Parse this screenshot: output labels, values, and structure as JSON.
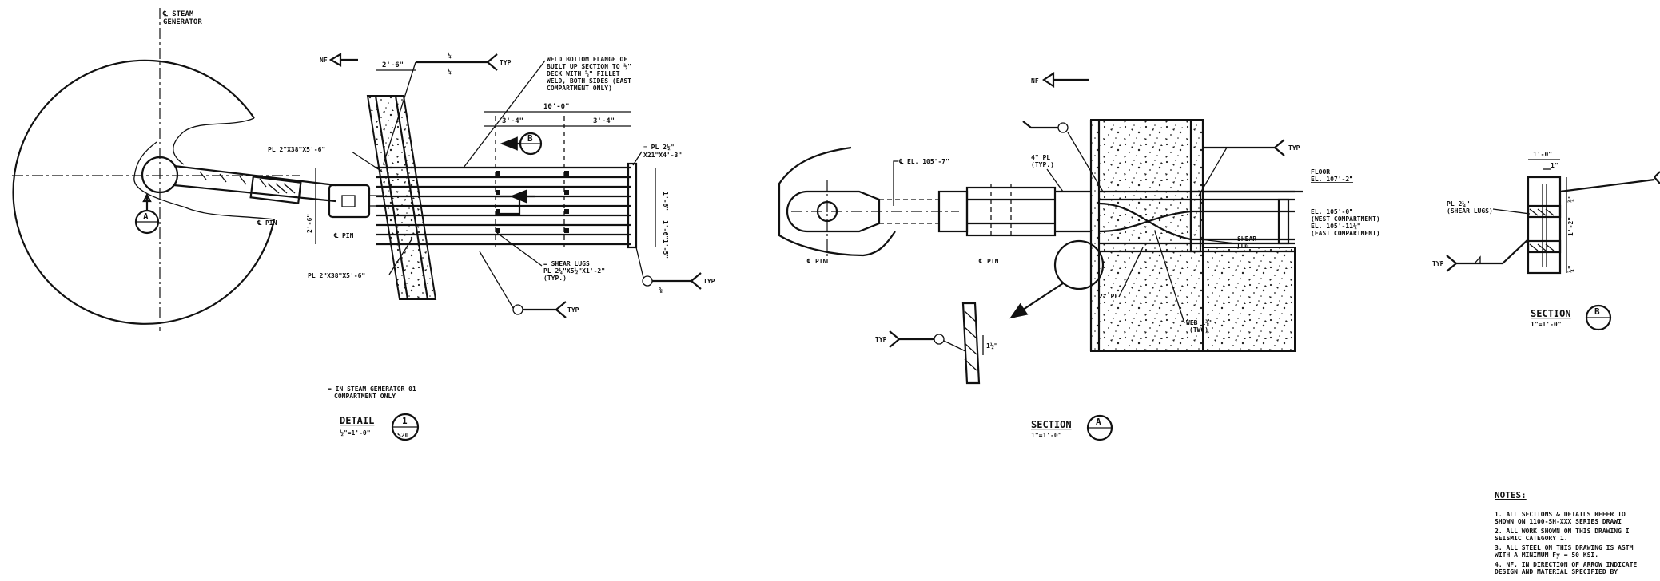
{
  "detail1": {
    "sg_label_1": "℄ STEAM",
    "sg_label_2": "GENERATOR",
    "nf": "NF",
    "dim_top": "2'-6\"",
    "weld_frac_top": "¼",
    "weld_frac_bot": "¼",
    "typ": "TYP",
    "weld_note": [
      "WELD BOTTOM FLANGE OF",
      "BUILT UP SECTION TO ½\"",
      "DECK WITH ⅝\" FILLET",
      "WELD, BOTH SIDES (EAST",
      "COMPARTMENT ONLY)"
    ],
    "dim_10": "10'-0\"",
    "dim_3_4a": "3'-4\"",
    "dim_3_4b": "3'-4\"",
    "section_b_letter": "B",
    "pl_top": "PL 2\"X38\"X5'-6\"",
    "pl_bot": "PL 2\"X38\"X5'-6\"",
    "pin_1": "℄ PIN",
    "pin_2": "℄ PIN",
    "section_a_letter": "A",
    "pl_right_1": "= PL 2½\"",
    "pl_right_2": "X21\"X4'-3\"",
    "dim_1_6": "1'-6\"",
    "dim_1_6b": "1'-6\"",
    "dim_1_5": "1'-5\"",
    "dim_2_6": "2'-6\"",
    "lug_note": [
      "= SHEAR LUGS",
      "PL 2¼\"X5½\"X1'-2\"",
      "(TYP.)"
    ],
    "weld_38": "⅜",
    "typ2": "TYP",
    "typ3": "TYP",
    "footnote_1": "= IN STEAM GENERATOR 01",
    "footnote_2": "COMPARTMENT ONLY",
    "title": "DETAIL",
    "scale": "½\"=1'-0\"",
    "bubble_num": "1",
    "bubble_sheet": "S20"
  },
  "sectionA": {
    "nf": "NF",
    "el_pin": "℄ EL. 105'-7\"",
    "pl4_1": "4\" PL",
    "pl4_2": "(TYP.)",
    "typ": "TYP",
    "floor_1": "FLOOR",
    "floor_2": "EL. 107'-2\"",
    "el_1": "EL. 105'-0\"",
    "el_2": "(WEST COMPARTMENT)",
    "el_3": "EL. 105'-11½\"",
    "el_4": "(EAST COMPARTMENT)",
    "shear_1": "SHEAR",
    "shear_2": "LUG",
    "pin_1": "℄ PIN",
    "pin_2": "℄ PIN",
    "pl2": "2\" PL",
    "web_1": "WEB 1⅜\"",
    "web_2": "(TWO)",
    "typ2": "TYP",
    "dim_small": "1½\"",
    "title": "SECTION",
    "scale": "1\"=1'-0\"",
    "bubble": "A"
  },
  "sectionB": {
    "dim_1_0": "1'-0\"",
    "dim_1": "1\"",
    "pl_1": "PL 2¼\"",
    "pl_2": "(SHEAR LUGS)",
    "dim_1_2": "1'-2\"",
    "dim_a": "¾\"",
    "dim_b": "¾\"",
    "typ": "TYP",
    "title": "SECTION",
    "scale": "1\"=1'-0\"",
    "bubble": "B"
  },
  "notes": {
    "heading": "NOTES:",
    "lines": [
      "1. ALL SECTIONS & DETAILS REFER TO",
      "   SHOWN ON 1100-SH-XXX SERIES DRAWI",
      "2. ALL WORK SHOWN ON THIS DRAWING I",
      "   SEISMIC CATEGORY 1.",
      "3. ALL STEEL ON THIS DRAWING IS ASTM",
      "   WITH A MINIMUM Fy = 50 KSI.",
      "4. NF, IN DIRECTION OF ARROW INDICATE",
      "   DESIGN AND MATERIAL SPECIFIED BY"
    ]
  }
}
